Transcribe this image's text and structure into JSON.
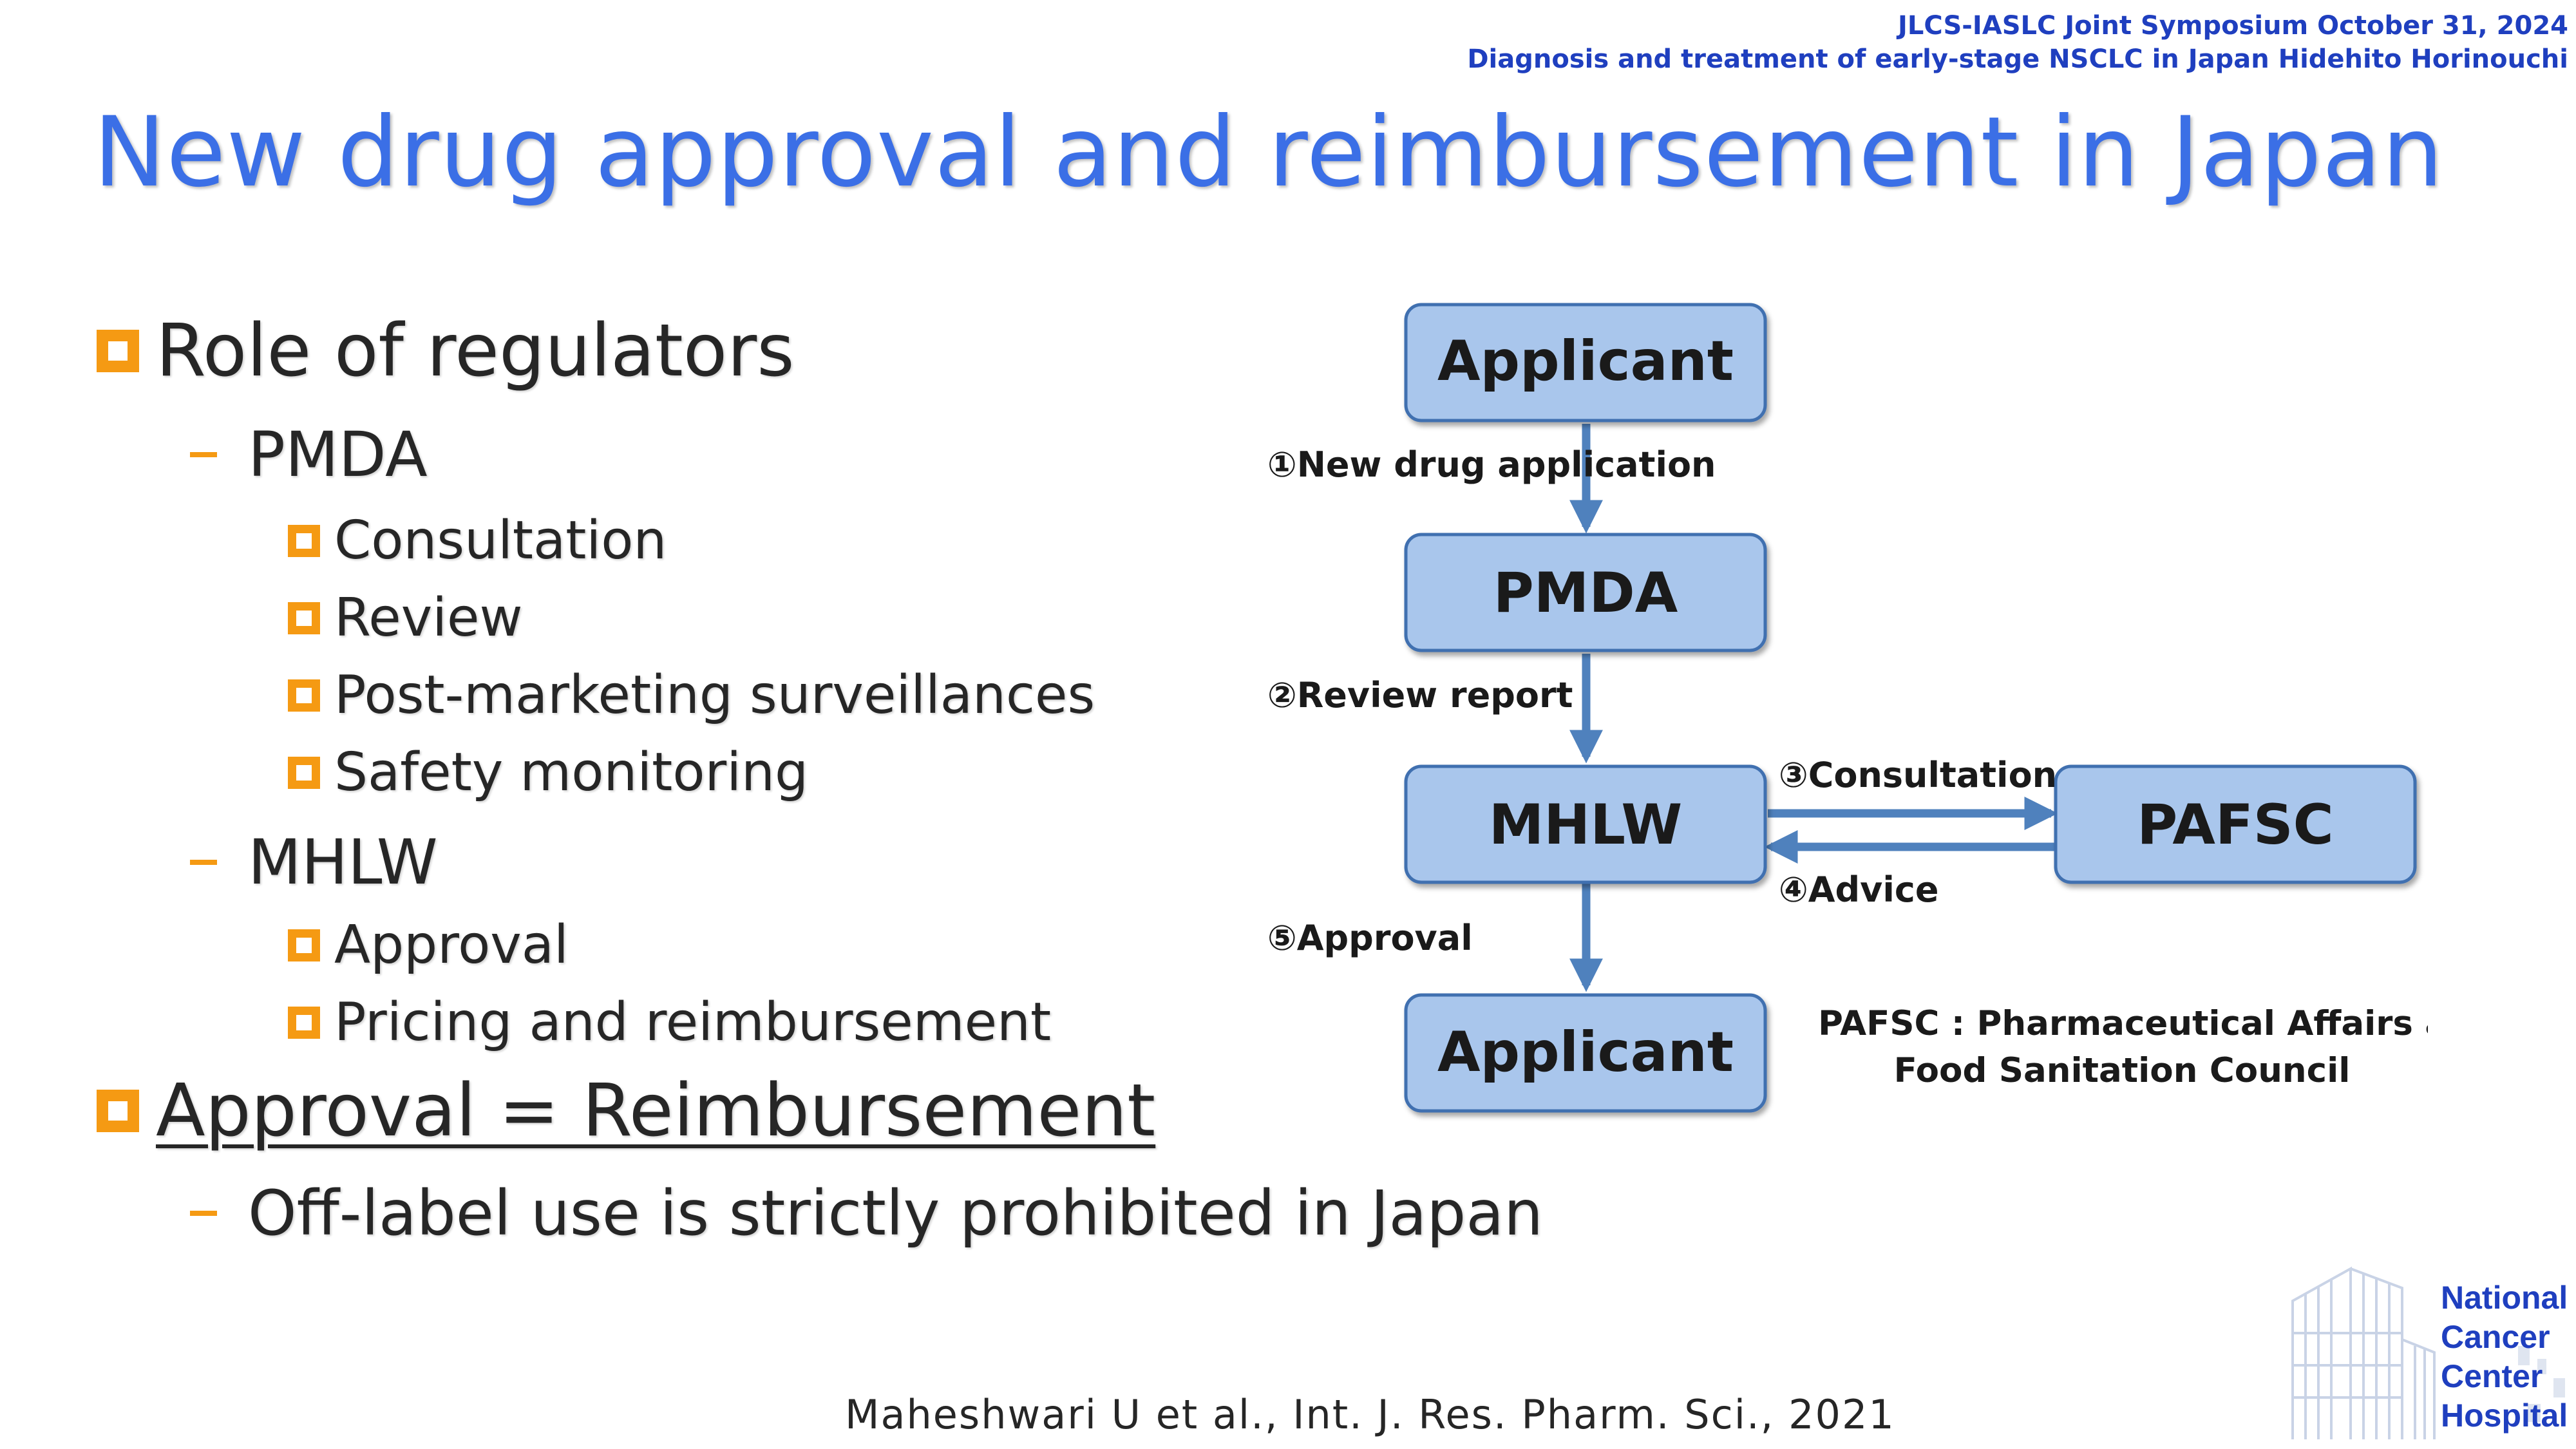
{
  "header": {
    "line1": "JLCS-IASLC Joint Symposium October 31, 2024",
    "line2": "Diagnosis and treatment of early-stage NSCLC in Japan Hidehito Horinouchi"
  },
  "title": "New drug approval and reimbursement in Japan",
  "bullets": {
    "role": "Role of regulators",
    "pmda": "PMDA",
    "pmda_items": [
      "Consultation",
      "Review",
      "Post-marketing surveillances",
      "Safety monitoring"
    ],
    "mhlw": "MHLW",
    "mhlw_items": [
      "Approval",
      "Pricing and reimbursement"
    ],
    "approval": "Approval = Reimbursement",
    "offlabel": "Off-label use is strictly prohibited in Japan"
  },
  "diagram": {
    "nodes": {
      "applicant_top": "Applicant",
      "pmda": "PMDA",
      "mhlw": "MHLW",
      "pafsc": "PAFSC",
      "applicant_bottom": "Applicant"
    },
    "edges": {
      "new_drug_application": "①New drug application",
      "review_report": "②Review report",
      "consultation": "③Consultation",
      "advice": "④Advice",
      "approval": "⑤Approval"
    },
    "note_line1": "PAFSC : Pharmaceutical Affairs and",
    "note_line2": "Food Sanitation Council",
    "colors": {
      "box_fill": "#a9c6ec",
      "box_stroke": "#3f6fb0",
      "arrow": "#4f81bd"
    }
  },
  "citation": "Maheshwari U et al., Int. J. Res. Pharm. Sci., 2021",
  "logo": {
    "line1": "National",
    "line2": "Cancer",
    "line3": "Center",
    "line4": "Hospital"
  }
}
